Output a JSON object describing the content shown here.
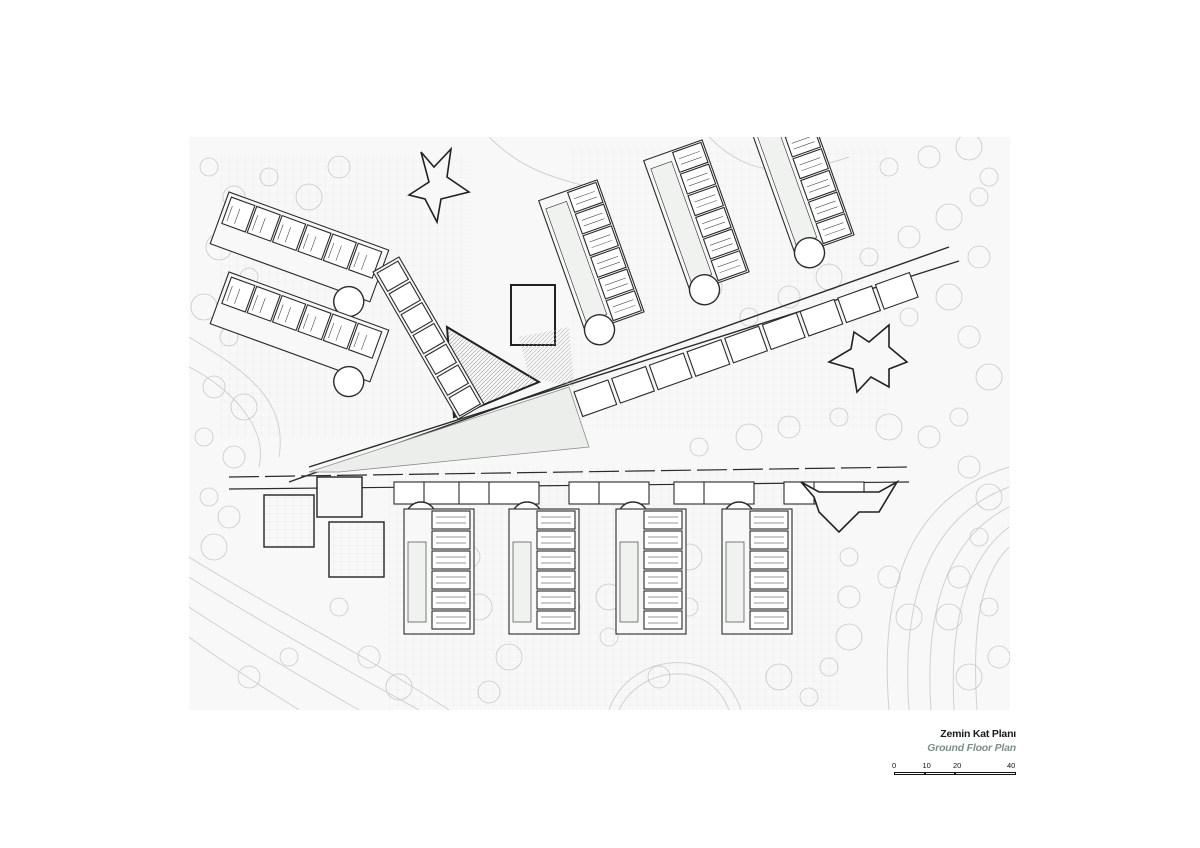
{
  "title": {
    "turkish": "Zemin Kat Planı",
    "english": "Ground Floor Plan"
  },
  "scale_bar": {
    "ticks": [
      "0",
      "10",
      "20",
      "40"
    ],
    "tick_values": [
      0,
      10,
      20,
      40
    ]
  },
  "colors": {
    "background": "#ffffff",
    "plan_fill": "#f7f8f7",
    "wall": "#2b2b2b",
    "grid": "#d9ddd9",
    "tree": "#c9cdc9",
    "english_title": "#7d8f8c"
  }
}
